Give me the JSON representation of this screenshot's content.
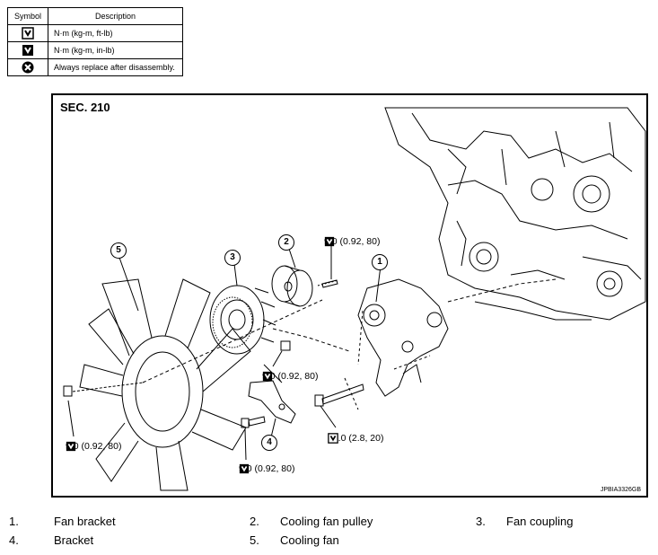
{
  "legend": {
    "header_symbol": "Symbol",
    "header_description": "Description",
    "rows": [
      {
        "icon": "torque-ft-lb-icon",
        "description": "N·m (kg-m, ft-lb)"
      },
      {
        "icon": "torque-in-lb-icon",
        "description": "N·m (kg-m, in-lb)"
      },
      {
        "icon": "replace-icon",
        "description": "Always replace after disassembly."
      }
    ]
  },
  "diagram": {
    "section": "SEC. 210",
    "code": "JPBIA3326GB",
    "callouts": [
      "1",
      "2",
      "3",
      "4",
      "5"
    ],
    "torques": {
      "top": "9.0 (0.92, 80)",
      "middle": "9.0 (0.92, 80)",
      "left": "9.0 (0.92, 80)",
      "bottom": "9.0 (0.92, 80)",
      "bolt": "27.0 (2.8, 20)"
    }
  },
  "parts": [
    {
      "num": "1.",
      "name": "Fan bracket"
    },
    {
      "num": "2.",
      "name": "Cooling fan pulley"
    },
    {
      "num": "3.",
      "name": "Fan coupling"
    },
    {
      "num": "4.",
      "name": "Bracket"
    },
    {
      "num": "5.",
      "name": "Cooling fan"
    }
  ]
}
